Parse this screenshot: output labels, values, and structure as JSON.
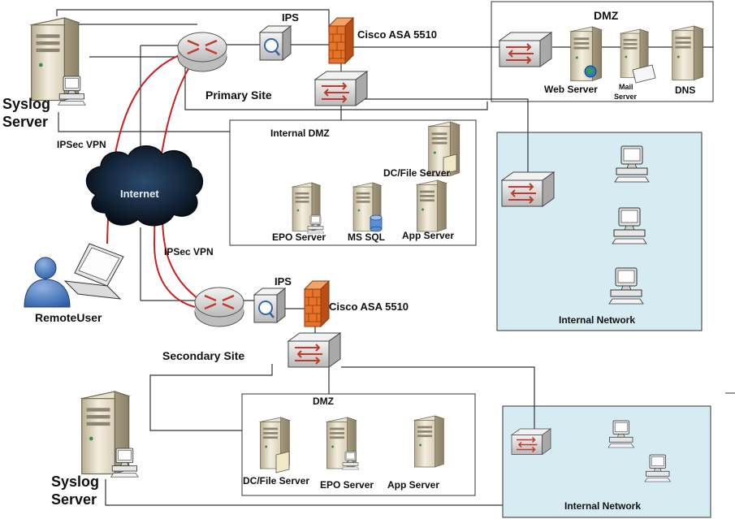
{
  "labels": {
    "syslog_top": [
      "Syslog",
      "Server"
    ],
    "ips_top": "IPS",
    "asa_top": "Cisco ASA 5510",
    "primary_site": "Primary Site",
    "dmz_top": "DMZ",
    "web_server": "Web Server",
    "mail_server": [
      "Mail",
      "Server"
    ],
    "dns": "DNS",
    "ipsec_vpn_top": "IPSec VPN",
    "internal_dmz": "Internal DMZ",
    "dc_file_server_top": "DC/File Server",
    "internet": "Internet",
    "epo_server_top": "EPO Server",
    "ms_sql": "MS SQL",
    "app_server_top": "App Server",
    "ipsec_vpn_bottom": "IPSec VPN",
    "remote_user": "RemoteUser",
    "ips_bottom": "IPS",
    "asa_bottom": "Cisco ASA 5510",
    "secondary_site": "Secondary Site",
    "internal_network_top": "Internal Network",
    "dmz_bottom": "DMZ",
    "syslog_bottom": [
      "Syslog",
      "Server"
    ],
    "dc_file_server_bottom": "DC/File Server",
    "epo_server_bottom": "EPO Server",
    "app_server_bottom": "App Server",
    "internal_network_bottom": "Internal Network"
  },
  "colors": {
    "vpn_link": "#cc1f1f",
    "internal_zone_fill": "#d6ebf2",
    "line": "#333333",
    "firewall": "#e8742a",
    "cloud": "#0b1624"
  }
}
